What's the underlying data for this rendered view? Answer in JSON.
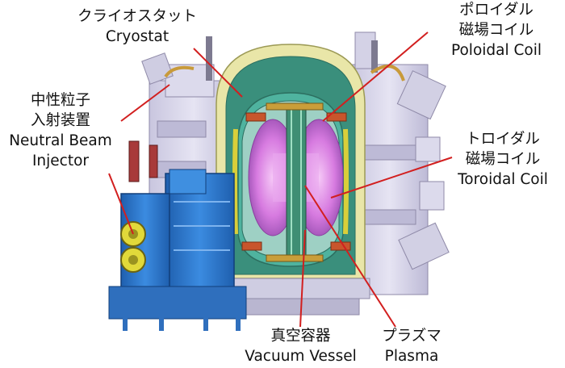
{
  "labels": {
    "cryostat": {
      "jp": "クライオスタット",
      "en": "Cryostat"
    },
    "poloidal_coil": {
      "jp1": "ポロイダル",
      "jp2": "磁場コイル",
      "en": "Poloidal Coil"
    },
    "nbi": {
      "jp1": "中性粒子",
      "jp2": "入射装置",
      "en1": "Neutral Beam",
      "en2": "Injector"
    },
    "toroidal_coil": {
      "jp1": "トロイダル",
      "jp2": "磁場コイル",
      "en": "Toroidal Coil"
    },
    "vacuum_vessel": {
      "jp": "真空容器",
      "en": "Vacuum Vessel"
    },
    "plasma": {
      "jp": "プラズマ",
      "en": "Plasma"
    }
  },
  "colors": {
    "leader_line": "#d21f1f",
    "cryostat_shell": "#e9e6a8",
    "plasma": "#d77be0",
    "vessel_green": "#3fa592",
    "nbi_blue": "#2b76c8",
    "nbi_yellow": "#d9d12a",
    "structure_lilac": "#d8d6ea"
  }
}
